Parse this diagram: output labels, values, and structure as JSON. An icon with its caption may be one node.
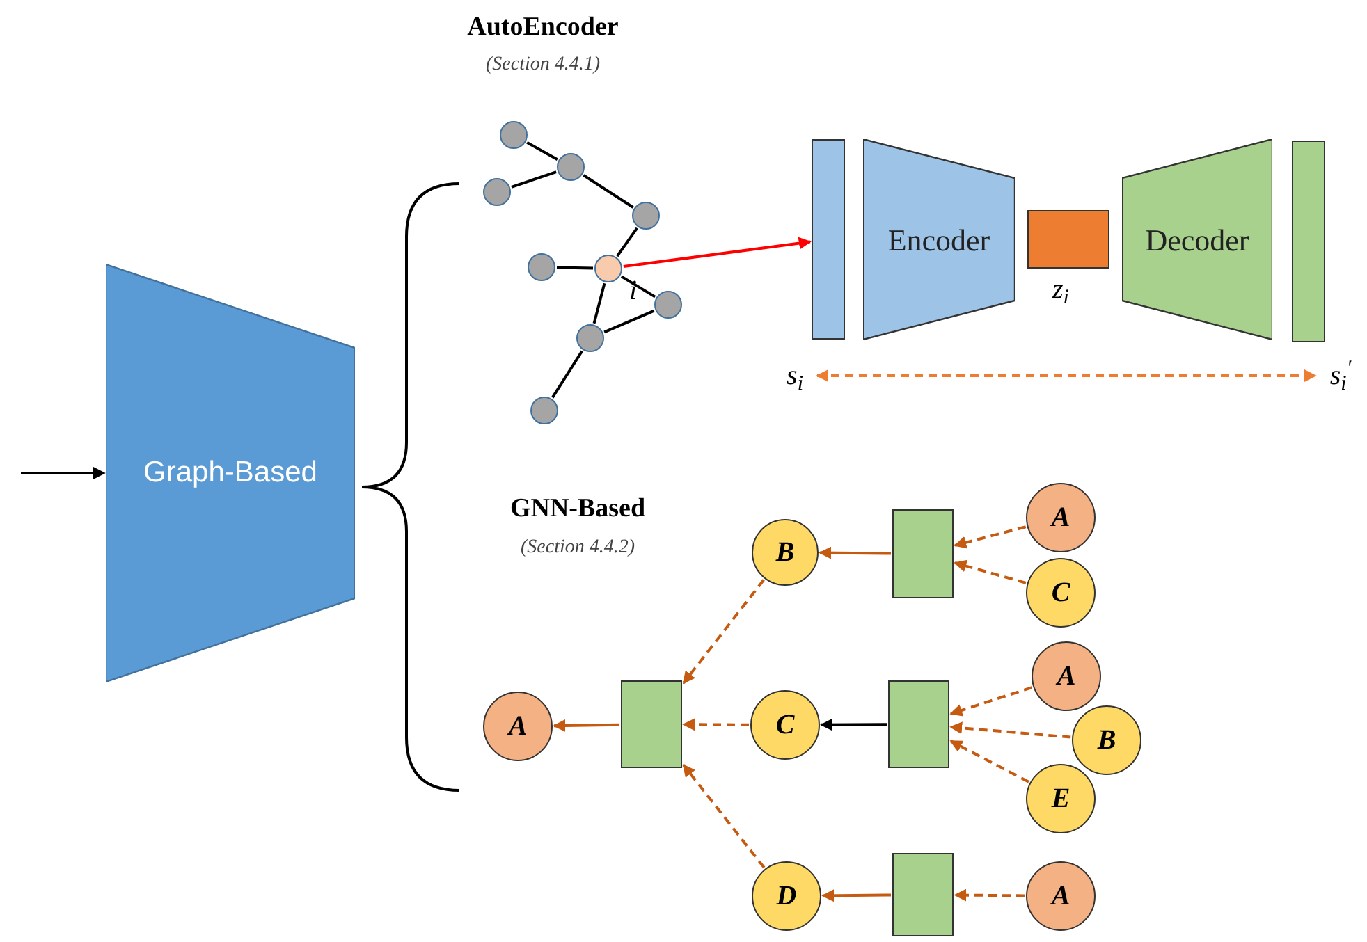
{
  "diagram": {
    "nodes": [
      {
        "text": [
          "Graph-Based"
        ]
      },
      {
        "text": [],
        "shape": "circle"
      },
      {
        "text": [],
        "shape": "circle"
      },
      {
        "text": [],
        "shape": "circle"
      },
      {
        "text": [],
        "shape": "circle"
      },
      {
        "text": [],
        "shape": "circle"
      },
      {
        "text": [],
        "shape": "circle",
        "beside": [
          "i"
        ]
      },
      {
        "text": [],
        "shape": "circle"
      },
      {
        "text": [],
        "shape": "circle"
      },
      {
        "text": [],
        "shape": "circle"
      },
      {
        "text": [],
        "shape": "bar"
      },
      {
        "text": [
          "Encoder"
        ]
      },
      {
        "text": [],
        "shape": "box",
        "beside": [
          "z$_{i}$"
        ]
      },
      {
        "text": [
          "Decoder"
        ]
      },
      {
        "text": [],
        "shape": "bar"
      },
      {
        "text": [
          "s$_{i}$"
        ]
      },
      {
        "text": [
          "s$_{i}$$^{′}$"
        ]
      },
      {
        "text": [
          "B"
        ]
      },
      {
        "text": [],
        "shape": "box"
      },
      {
        "text": [
          "A"
        ]
      },
      {
        "text": [
          "C"
        ]
      },
      {
        "text": [
          "A"
        ]
      },
      {
        "text": [],
        "shape": "box"
      },
      {
        "text": [
          "C"
        ]
      },
      {
        "text": [],
        "shape": "box"
      },
      {
        "text": [
          "A"
        ]
      },
      {
        "text": [
          "B"
        ]
      },
      {
        "text": [
          "E"
        ]
      },
      {
        "text": [
          "D"
        ]
      },
      {
        "text": [],
        "shape": "box"
      },
      {
        "text": [
          "A"
        ]
      }
    ],
    "edges": [
      {
        "from": null,
        "to": 0,
        "arrow": "to",
        "color": "#000000"
      },
      {
        "from": 1,
        "to": 2,
        "arrow": "none",
        "color": "#000000"
      },
      {
        "from": 3,
        "to": 2,
        "arrow": "none",
        "color": "#000000"
      },
      {
        "from": 2,
        "to": 4,
        "arrow": "none",
        "color": "#000000"
      },
      {
        "from": 4,
        "to": 6,
        "arrow": "none",
        "color": "#000000"
      },
      {
        "from": 5,
        "to": 6,
        "arrow": "none",
        "color": "#000000"
      },
      {
        "from": 6,
        "to": 7,
        "arrow": "none",
        "color": "#000000"
      },
      {
        "from": 6,
        "to": 8,
        "arrow": "none",
        "color": "#000000"
      },
      {
        "from": 7,
        "to": 8,
        "arrow": "none",
        "color": "#000000"
      },
      {
        "from": 8,
        "to": 9,
        "arrow": "none",
        "color": "#000000"
      },
      {
        "from": 6,
        "to": 10,
        "arrow": "to",
        "color": "#ff0000"
      },
      {
        "from": 15,
        "to": 16,
        "arrow": "both",
        "style": "dashed",
        "color": "#ed7d31"
      },
      {
        "from": 18,
        "to": 17,
        "arrow": "to",
        "color": "#c55a11"
      },
      {
        "from": 19,
        "to": 18,
        "arrow": "to",
        "style": "dashed",
        "color": "#c55a11"
      },
      {
        "from": 20,
        "to": 18,
        "arrow": "to",
        "style": "dashed",
        "color": "#c55a11"
      },
      {
        "from": 17,
        "to": 22,
        "arrow": "to",
        "style": "dashed",
        "color": "#c55a11"
      },
      {
        "from": 23,
        "to": 22,
        "arrow": "to",
        "style": "dashed",
        "color": "#c55a11"
      },
      {
        "from": 28,
        "to": 22,
        "arrow": "to",
        "style": "dashed",
        "color": "#c55a11"
      },
      {
        "from": 22,
        "to": 21,
        "arrow": "to",
        "color": "#c55a11"
      },
      {
        "from": 24,
        "to": 23,
        "arrow": "to",
        "color": "#000000"
      },
      {
        "from": 25,
        "to": 24,
        "arrow": "to",
        "style": "dashed",
        "color": "#c55a11"
      },
      {
        "from": 26,
        "to": 24,
        "arrow": "to",
        "style": "dashed",
        "color": "#c55a11"
      },
      {
        "from": 27,
        "to": 24,
        "arrow": "to",
        "style": "dashed",
        "color": "#c55a11"
      },
      {
        "from": 29,
        "to": 28,
        "arrow": "to",
        "color": "#c55a11"
      },
      {
        "from": 30,
        "to": 29,
        "arrow": "to",
        "style": "dashed",
        "color": "#c55a11"
      }
    ],
    "labels": [
      "AutoEncoder",
      "(Section 4.4.1)",
      "GNN-Based",
      "(Section 4.4.2)"
    ]
  }
}
